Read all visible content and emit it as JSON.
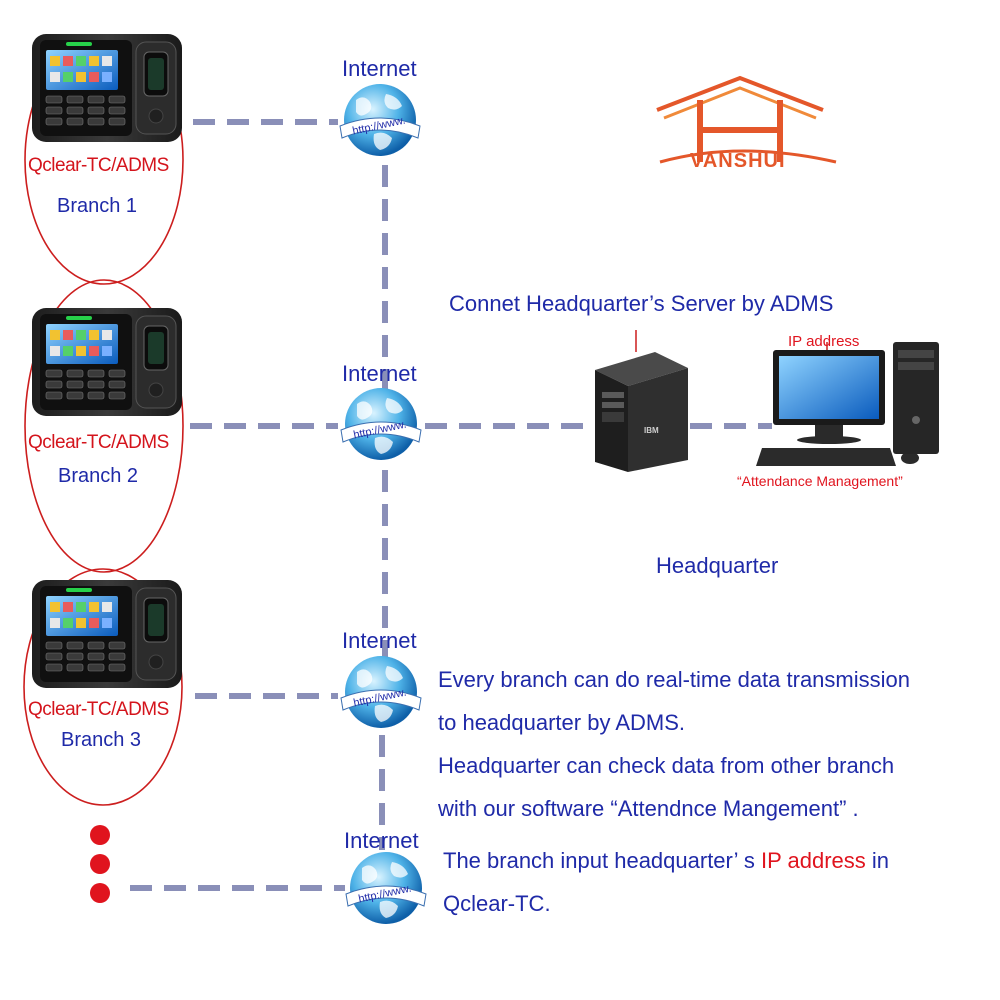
{
  "logo": {
    "text": "VANSHUI",
    "icon": "house-h-logo"
  },
  "internet_label": "Internet",
  "globe_text": "http://www.",
  "branches": [
    {
      "model": "Qclear-TC/ADMS",
      "name": "Branch 1"
    },
    {
      "model": "Qclear-TC/ADMS",
      "name": "Branch 2"
    },
    {
      "model": "Qclear-TC/ADMS",
      "name": "Branch 3"
    }
  ],
  "headquarter": {
    "connect_title": "Connet Headquarter’s Server by ADMS",
    "ip_label": "IP address",
    "software_label": "“Attendance Management”",
    "server_brand": "IBM",
    "label": "Headquarter"
  },
  "description": {
    "line1": "Every branch can do real-time data transmission",
    "line2": "to headquarter by ADMS.",
    "line3": "Headquarter can check data from other branch",
    "line4": "with our software “Attendnce Mangement” .",
    "line5_before": "The branch input  headquarter’ s ",
    "line5_highlight": "IP address",
    "line5_after": " in",
    "line6": "Qclear-TC."
  },
  "colors": {
    "text_blue": "#1f2aa8",
    "text_red": "#e0141e",
    "dashed_line": "#8a8fb8",
    "logo_orange": "#e4572a"
  }
}
